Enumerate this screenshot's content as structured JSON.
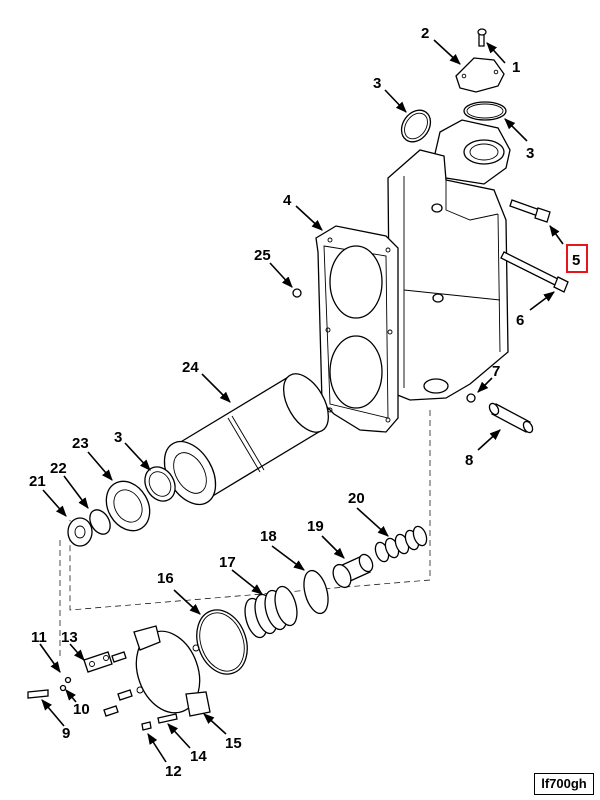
{
  "callouts": [
    "1",
    "2",
    "3",
    "3",
    "3",
    "4",
    "5",
    "6",
    "7",
    "8",
    "9",
    "10",
    "11",
    "12",
    "13",
    "14",
    "15",
    "16",
    "17",
    "18",
    "19",
    "20",
    "21",
    "22",
    "23",
    "24",
    "25"
  ],
  "highlighted_callout": "5",
  "drawing_id": "lf700gh",
  "colors": {
    "highlight": "#e8141b",
    "line": "#000000"
  }
}
